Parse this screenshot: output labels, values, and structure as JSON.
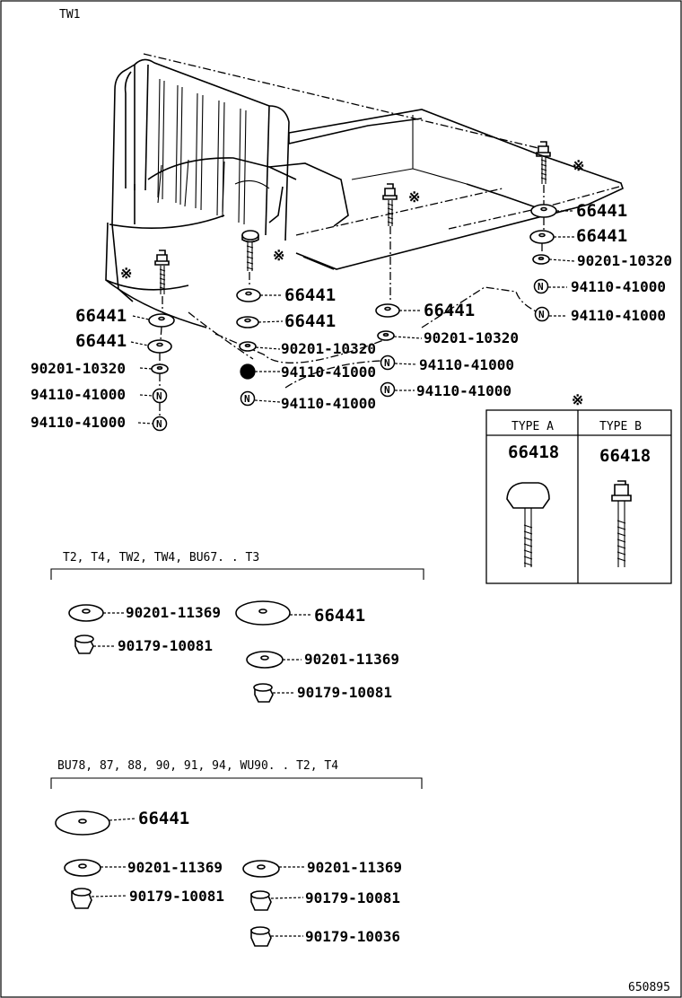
{
  "diagram_id": "TW1",
  "figure_number": "650895",
  "asterisk_symbol": "※",
  "nut_symbol": "N",
  "type_table": {
    "type_a": {
      "header": "TYPE A",
      "part_no": "66418"
    },
    "type_b": {
      "header": "TYPE B",
      "part_no": "66418"
    }
  },
  "main_labels": {
    "right_66441_a": "66441",
    "right_66441_b": "66441",
    "right_90201": "90201-10320",
    "right_94110_a": "94110-41000",
    "right_94110_b": "94110-41000",
    "center_66441": "66441",
    "center_90201": "90201-10320",
    "center_94110_a": "94110-41000",
    "center_94110_b": "94110-41000",
    "mid_66441_a": "66441",
    "mid_66441_b": "66441",
    "mid_90201": "90201-10320",
    "mid_94110_a": "94110-41000",
    "mid_94110_b": "94110-41000",
    "left_66441_a": "66441",
    "left_66441_b": "66441",
    "left_90201": "90201-10320",
    "left_94110_a": "94110-41000",
    "left_94110_b": "94110-41000"
  },
  "section1": {
    "header": "T2, T4, TW2, TW4, BU67. . T3",
    "labels": {
      "washer_left": "90201-11369",
      "nut_left": "90179-10081",
      "big_washer": "66441",
      "washer_right": "90201-11369",
      "nut_right": "90179-10081"
    }
  },
  "section2": {
    "header": "BU78, 87, 88, 90, 91, 94, WU90. . T2, T4",
    "labels": {
      "big_washer": "66441",
      "washer_left": "90201-11369",
      "nut_left": "90179-10081",
      "washer_right": "90201-11369",
      "nut_right": "90179-10081",
      "nut_bottom": "90179-10036"
    }
  }
}
